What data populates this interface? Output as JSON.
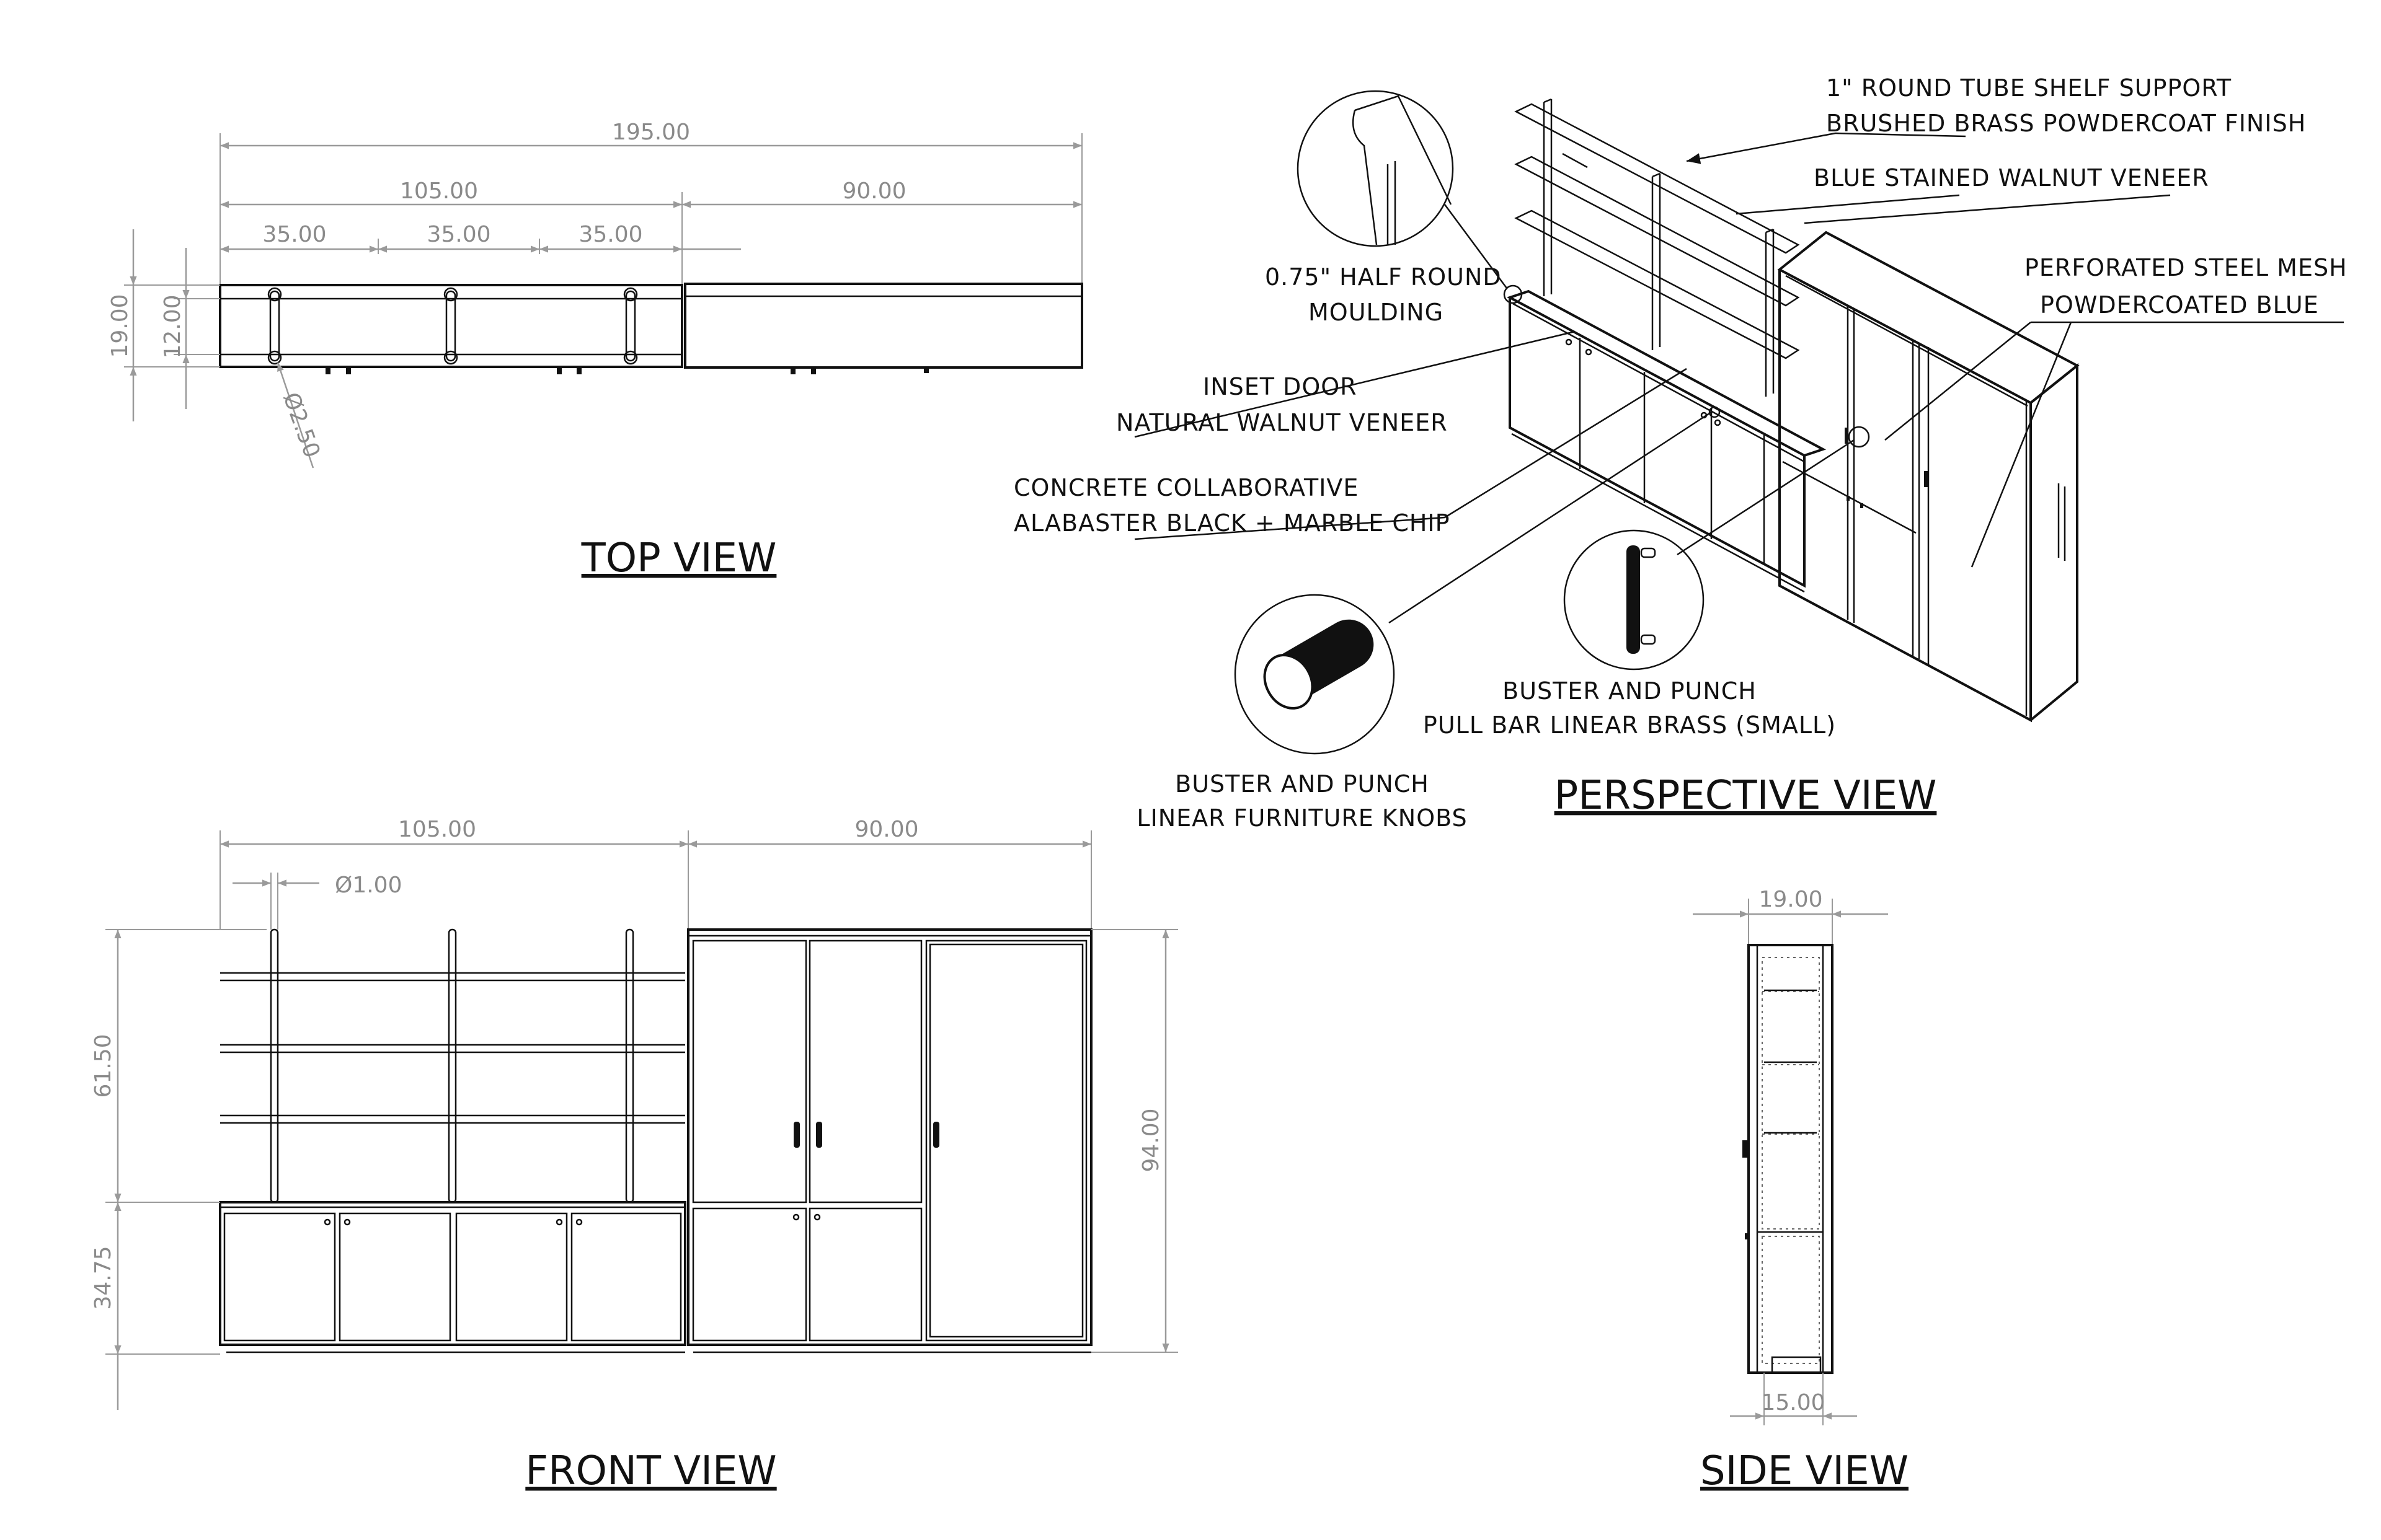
{
  "views": {
    "top": "TOP VIEW",
    "front": "FRONT VIEW",
    "side": "SIDE VIEW",
    "perspective": "PERSPECTIVE VIEW"
  },
  "top_dims": {
    "overall": "195.00",
    "left_section": "105.00",
    "right_section": "90.00",
    "bay1": "35.00",
    "bay2": "35.00",
    "bay3": "35.00",
    "depth_total": "19.00",
    "depth_shelf": "12.00",
    "tube_diameter": "Ø2.50"
  },
  "front_dims": {
    "left_section": "105.00",
    "right_section": "90.00",
    "tube": "Ø1.00",
    "upper_height": "61.50",
    "lower_height": "34.75",
    "overall_height": "94.00"
  },
  "side_dims": {
    "top_depth": "19.00",
    "base_depth": "15.00"
  },
  "callouts": {
    "tube_support_1": "1\" ROUND TUBE SHELF SUPPORT",
    "tube_support_2": "BRUSHED BRASS POWDERCOAT FINISH",
    "walnut_blue": "BLUE STAINED WALNUT VENEER",
    "mesh_1": "PERFORATED STEEL MESH",
    "mesh_2": "POWDERCOATED BLUE",
    "moulding_1": "0.75\" HALF ROUND",
    "moulding_2": "MOULDING",
    "inset_1": "INSET DOOR",
    "inset_2": "NATURAL WALNUT VENEER",
    "concrete_1": "CONCRETE COLLABORATIVE",
    "concrete_2": "ALABASTER BLACK + MARBLE CHIP",
    "pull_1": "BUSTER AND PUNCH",
    "pull_2": "PULL BAR LINEAR BRASS (SMALL)",
    "knob_1": "BUSTER AND PUNCH",
    "knob_2": "LINEAR FURNITURE KNOBS"
  }
}
